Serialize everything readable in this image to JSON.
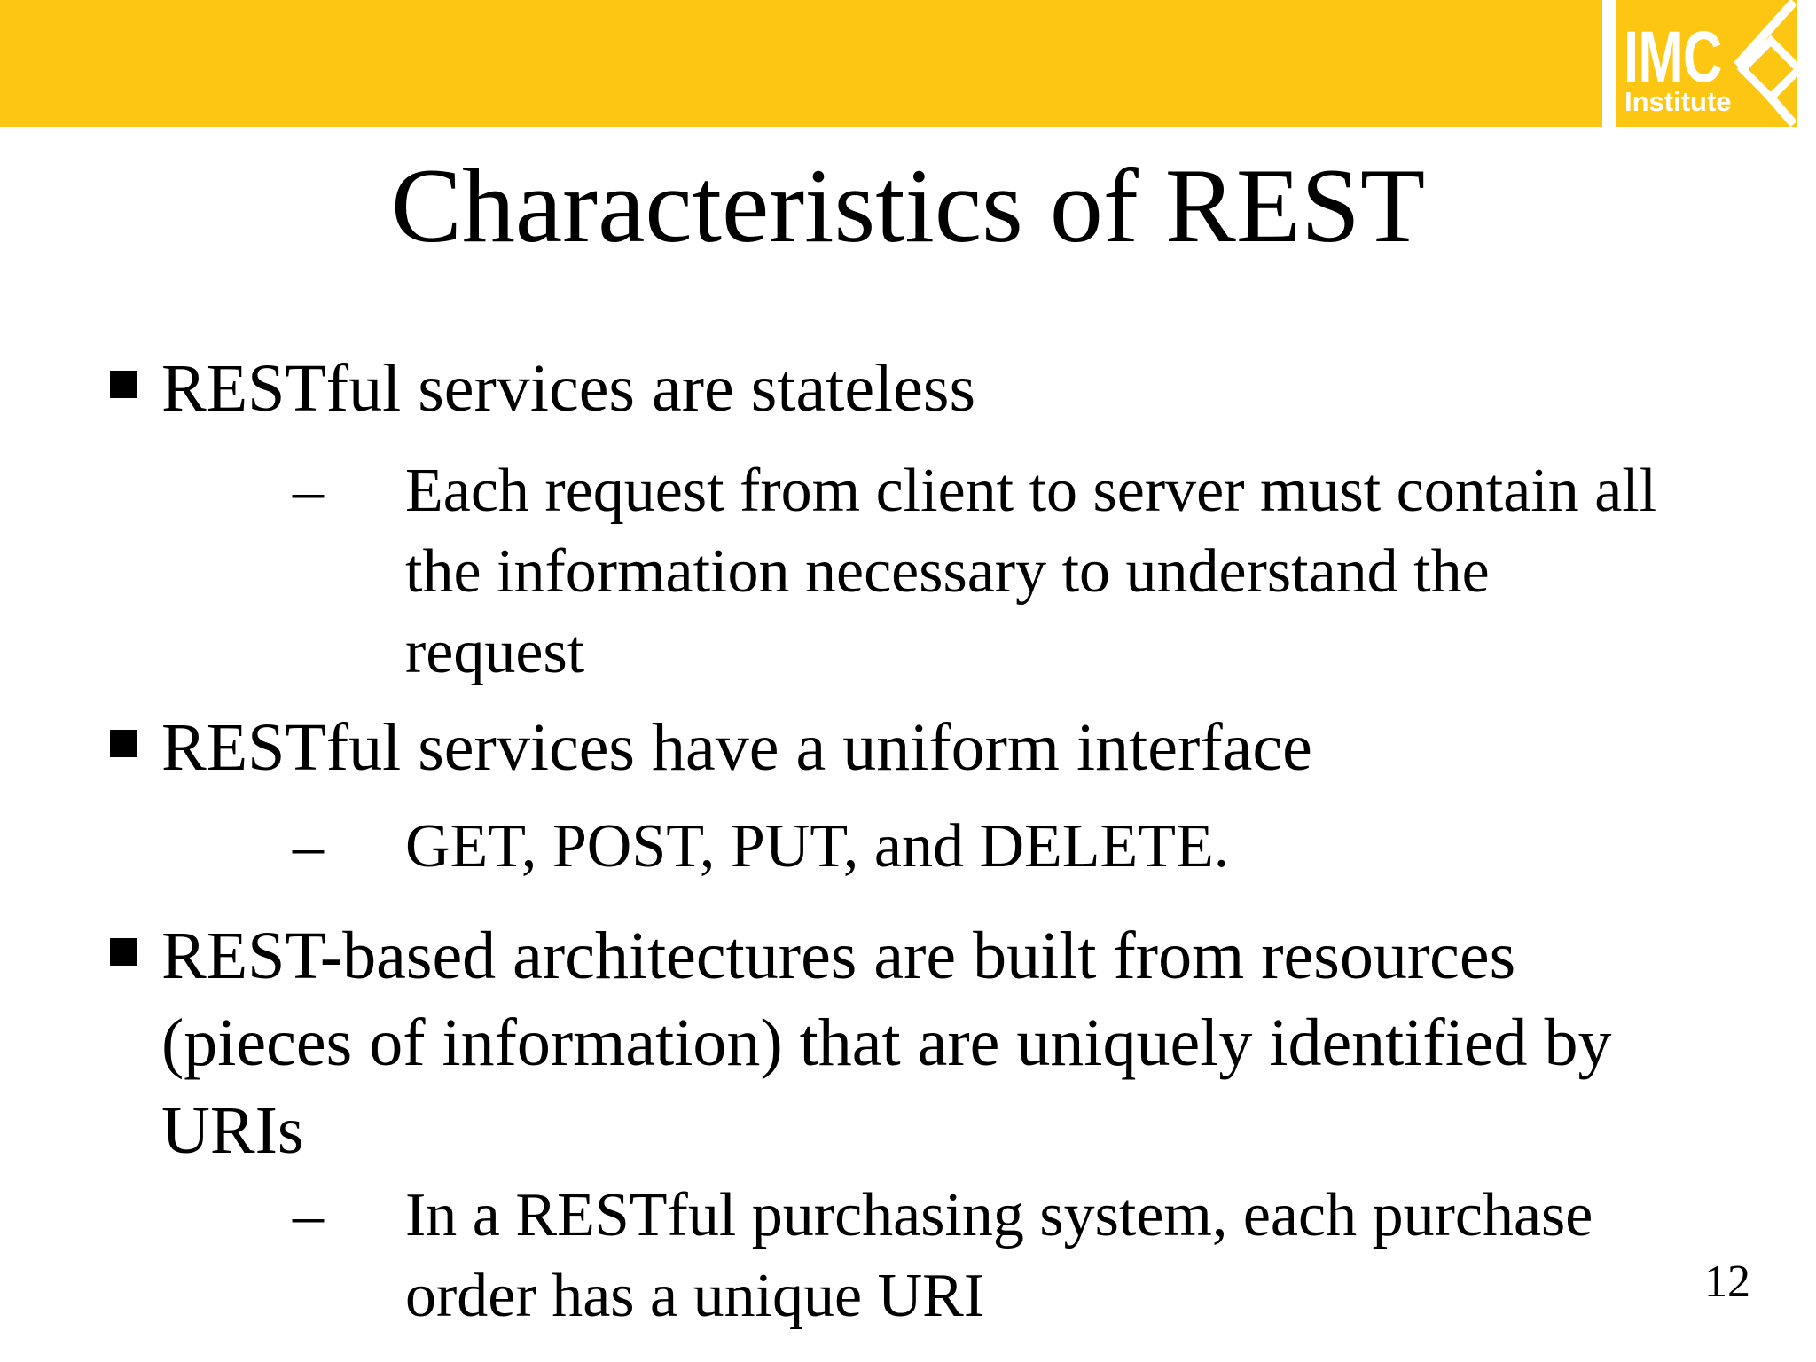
{
  "slide": {
    "title": "Characteristics of REST",
    "page_number": "12"
  },
  "logo": {
    "name": "IMC",
    "subtitle": "Institute",
    "brand_yellow": "#FCC613",
    "text_color": "#FFFFFF"
  },
  "markers": {
    "sub_bullet": "–"
  },
  "bullets": [
    {
      "level": 1,
      "text": "RESTful services are stateless"
    },
    {
      "level": 2,
      "text": "Each request from client to server must contain all\nthe information necessary to understand the\nrequest"
    },
    {
      "level": 1,
      "text": "RESTful services have a uniform interface"
    },
    {
      "level": 2,
      "text": "GET, POST, PUT, and DELETE."
    },
    {
      "level": 1,
      "text": "REST-based architectures are built from resources\n(pieces of information) that are uniquely identified by\nURIs"
    },
    {
      "level": 2,
      "text": "In a RESTful purchasing system, each purchase\norder has a unique URI"
    }
  ]
}
